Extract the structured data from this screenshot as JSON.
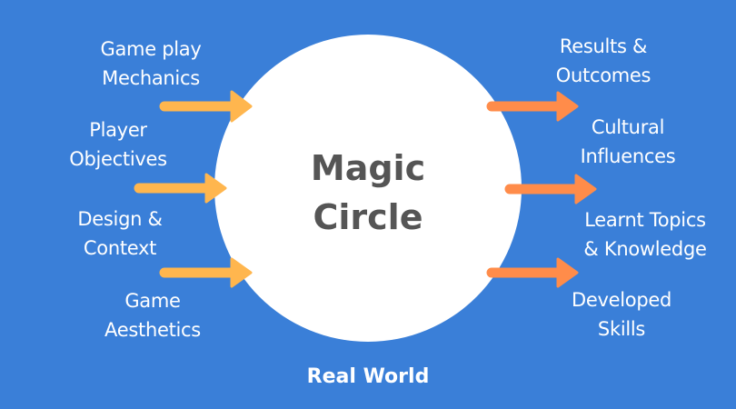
{
  "colors": {
    "background": "#3a7fd8",
    "circle": "#ffffff",
    "input_arrow": "#ffb64e",
    "output_arrow": "#ff8c4a",
    "center_text": "#555555",
    "label_text": "#ffffff"
  },
  "center": {
    "line1": "Magic",
    "line2": "Circle"
  },
  "footer": "Real World",
  "inputs": [
    {
      "line1": "Game play",
      "line2": "Mechanics"
    },
    {
      "line1": "Player",
      "line2": "Objectives"
    },
    {
      "line1": "Design &",
      "line2": "Context"
    },
    {
      "line1": "Game",
      "line2": "Aesthetics"
    }
  ],
  "outputs": [
    {
      "line1": "Results &",
      "line2": "Outcomes"
    },
    {
      "line1": "Cultural",
      "line2": "Influences"
    },
    {
      "line1": "Learnt Topics",
      "line2": "& Knowledge"
    },
    {
      "line1": "Developed",
      "line2": "Skills"
    }
  ],
  "arrows": {
    "input_count": 3,
    "output_count": 3,
    "input_icon": "arrow-right-icon",
    "output_icon": "arrow-right-icon"
  }
}
